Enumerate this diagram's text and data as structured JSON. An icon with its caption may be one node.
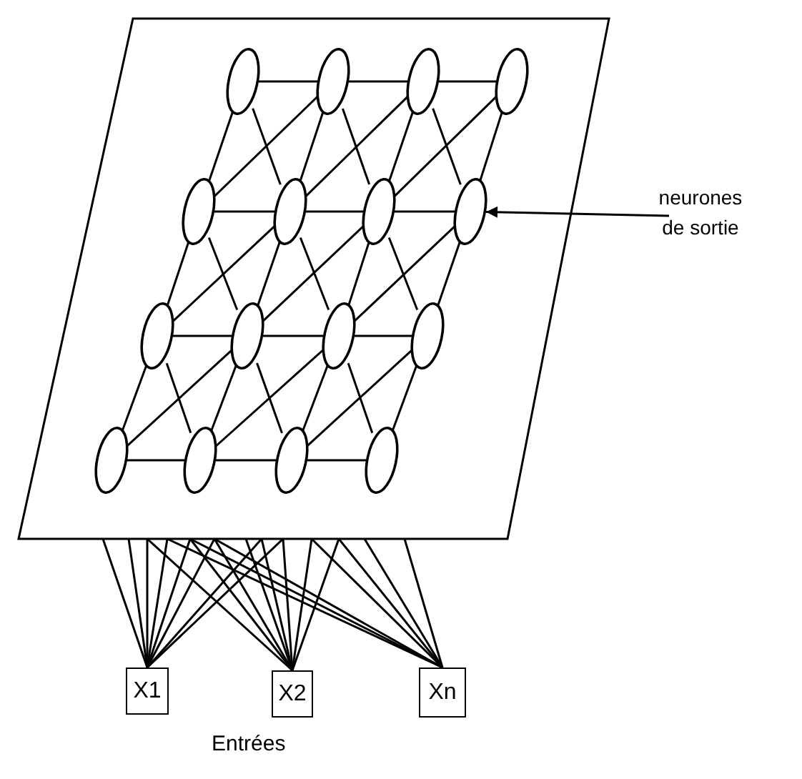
{
  "diagram": {
    "nodes": [
      {
        "text": [],
        "shape": "parallelogram"
      },
      {
        "text": [],
        "shape": "circle",
        "in": 0
      },
      {
        "text": [],
        "shape": "circle",
        "in": 0
      },
      {
        "text": [],
        "shape": "circle",
        "in": 0
      },
      {
        "text": [],
        "shape": "circle",
        "in": 0
      },
      {
        "text": [],
        "shape": "circle",
        "in": 0
      },
      {
        "text": [],
        "shape": "circle",
        "in": 0
      },
      {
        "text": [],
        "shape": "circle",
        "in": 0
      },
      {
        "text": [],
        "shape": "circle",
        "in": 0
      },
      {
        "text": [],
        "shape": "circle",
        "in": 0
      },
      {
        "text": [],
        "shape": "circle",
        "in": 0
      },
      {
        "text": [],
        "shape": "circle",
        "in": 0
      },
      {
        "text": [],
        "shape": "circle",
        "in": 0
      },
      {
        "text": [],
        "shape": "circle",
        "in": 0
      },
      {
        "text": [],
        "shape": "circle",
        "in": 0
      },
      {
        "text": [],
        "shape": "circle",
        "in": 0
      },
      {
        "text": [],
        "shape": "circle",
        "in": 0
      },
      {
        "text": [
          "neurones de sortie"
        ]
      },
      {
        "text": [
          "X1"
        ]
      },
      {
        "text": [
          "X2"
        ]
      },
      {
        "text": [
          "Xn"
        ]
      }
    ],
    "edges": [
      {
        "from": 1,
        "to": 2,
        "arrow": "none"
      },
      {
        "from": 2,
        "to": 3,
        "arrow": "none"
      },
      {
        "from": 3,
        "to": 4,
        "arrow": "none"
      },
      {
        "from": 5,
        "to": 6,
        "arrow": "none"
      },
      {
        "from": 6,
        "to": 7,
        "arrow": "none"
      },
      {
        "from": 7,
        "to": 8,
        "arrow": "none"
      },
      {
        "from": 9,
        "to": 10,
        "arrow": "none"
      },
      {
        "from": 10,
        "to": 11,
        "arrow": "none"
      },
      {
        "from": 11,
        "to": 12,
        "arrow": "none"
      },
      {
        "from": 13,
        "to": 14,
        "arrow": "none"
      },
      {
        "from": 14,
        "to": 15,
        "arrow": "none"
      },
      {
        "from": 15,
        "to": 16,
        "arrow": "none"
      },
      {
        "from": 1,
        "to": 5,
        "arrow": "none"
      },
      {
        "from": 2,
        "to": 6,
        "arrow": "none"
      },
      {
        "from": 3,
        "to": 7,
        "arrow": "none"
      },
      {
        "from": 4,
        "to": 8,
        "arrow": "none"
      },
      {
        "from": 5,
        "to": 9,
        "arrow": "none"
      },
      {
        "from": 6,
        "to": 10,
        "arrow": "none"
      },
      {
        "from": 7,
        "to": 11,
        "arrow": "none"
      },
      {
        "from": 8,
        "to": 12,
        "arrow": "none"
      },
      {
        "from": 9,
        "to": 13,
        "arrow": "none"
      },
      {
        "from": 10,
        "to": 14,
        "arrow": "none"
      },
      {
        "from": 11,
        "to": 15,
        "arrow": "none"
      },
      {
        "from": 12,
        "to": 16,
        "arrow": "none"
      },
      {
        "from": 1,
        "to": 6,
        "arrow": "none"
      },
      {
        "from": 2,
        "to": 7,
        "arrow": "none"
      },
      {
        "from": 3,
        "to": 8,
        "arrow": "none"
      },
      {
        "from": 5,
        "to": 10,
        "arrow": "none"
      },
      {
        "from": 6,
        "to": 11,
        "arrow": "none"
      },
      {
        "from": 7,
        "to": 12,
        "arrow": "none"
      },
      {
        "from": 9,
        "to": 14,
        "arrow": "none"
      },
      {
        "from": 10,
        "to": 15,
        "arrow": "none"
      },
      {
        "from": 11,
        "to": 16,
        "arrow": "none"
      },
      {
        "from": 2,
        "to": 5,
        "arrow": "none"
      },
      {
        "from": 3,
        "to": 6,
        "arrow": "none"
      },
      {
        "from": 4,
        "to": 7,
        "arrow": "none"
      },
      {
        "from": 6,
        "to": 9,
        "arrow": "none"
      },
      {
        "from": 7,
        "to": 10,
        "arrow": "none"
      },
      {
        "from": 8,
        "to": 11,
        "arrow": "none"
      },
      {
        "from": 10,
        "to": 13,
        "arrow": "none"
      },
      {
        "from": 11,
        "to": 14,
        "arrow": "none"
      },
      {
        "from": 12,
        "to": 15,
        "arrow": "none"
      },
      {
        "from": 17,
        "to": 8,
        "arrow": "to"
      },
      {
        "from": 18,
        "to": 0,
        "arrow": "none"
      },
      {
        "from": 18,
        "to": 0,
        "arrow": "none"
      },
      {
        "from": 18,
        "to": 0,
        "arrow": "none"
      },
      {
        "from": 18,
        "to": 0,
        "arrow": "none"
      },
      {
        "from": 18,
        "to": 0,
        "arrow": "none"
      },
      {
        "from": 18,
        "to": 0,
        "arrow": "none"
      },
      {
        "from": 18,
        "to": 0,
        "arrow": "none"
      },
      {
        "from": 18,
        "to": 0,
        "arrow": "none"
      },
      {
        "from": 19,
        "to": 0,
        "arrow": "none"
      },
      {
        "from": 19,
        "to": 0,
        "arrow": "none"
      },
      {
        "from": 19,
        "to": 0,
        "arrow": "none"
      },
      {
        "from": 19,
        "to": 0,
        "arrow": "none"
      },
      {
        "from": 19,
        "to": 0,
        "arrow": "none"
      },
      {
        "from": 19,
        "to": 0,
        "arrow": "none"
      },
      {
        "from": 19,
        "to": 0,
        "arrow": "none"
      },
      {
        "from": 19,
        "to": 0,
        "arrow": "none"
      },
      {
        "from": 20,
        "to": 0,
        "arrow": "none"
      },
      {
        "from": 20,
        "to": 0,
        "arrow": "none"
      },
      {
        "from": 20,
        "to": 0,
        "arrow": "none"
      },
      {
        "from": 20,
        "to": 0,
        "arrow": "none"
      },
      {
        "from": 20,
        "to": 0,
        "arrow": "none"
      },
      {
        "from": 20,
        "to": 0,
        "arrow": "none"
      },
      {
        "from": 20,
        "to": 0,
        "arrow": "none"
      }
    ],
    "labels": [
      "Entrées"
    ]
  }
}
